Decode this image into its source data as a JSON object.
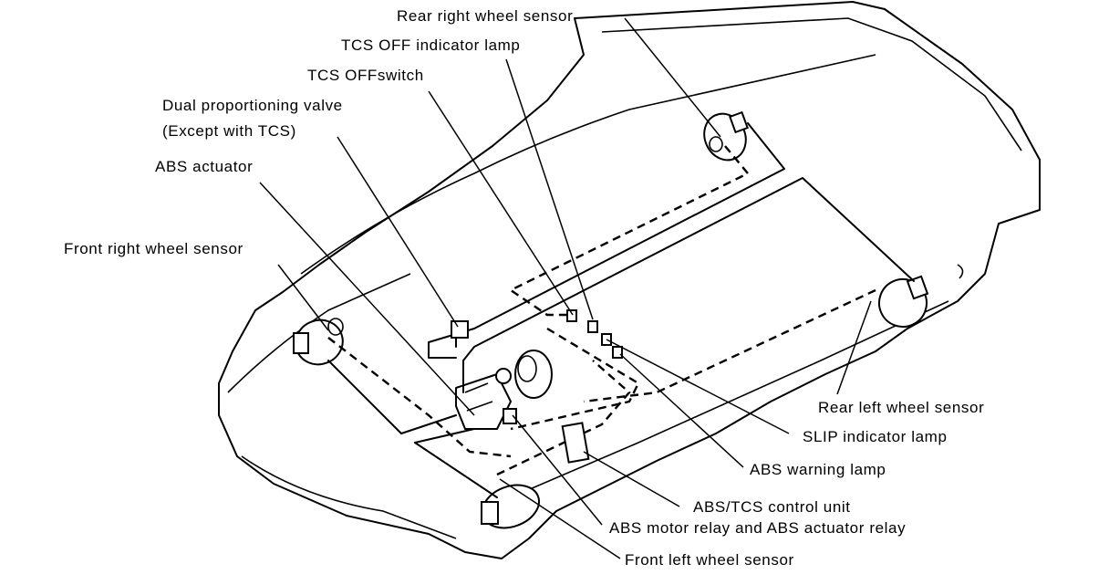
{
  "labels": {
    "rear_right_wheel_sensor": "Rear right wheel sensor",
    "tcs_off_indicator_lamp": "TCS OFF indicator lamp",
    "tcs_off_switch": "TCS OFFswitch",
    "dual_proportioning_valve_1": "Dual proportioning valve",
    "dual_proportioning_valve_2": "(Except with TCS)",
    "abs_actuator": "ABS actuator",
    "front_right_wheel_sensor": "Front right wheel sensor",
    "rear_left_wheel_sensor": "Rear left wheel sensor",
    "slip_indicator_lamp": "SLIP indicator lamp",
    "abs_warning_lamp": "ABS warning lamp",
    "abs_tcs_control_unit": "ABS/TCS control unit",
    "abs_motor_relay": "ABS motor relay and ABS actuator relay",
    "front_left_wheel_sensor": "Front left wheel sensor"
  },
  "colors": {
    "line": "#000000",
    "background": "#ffffff"
  }
}
